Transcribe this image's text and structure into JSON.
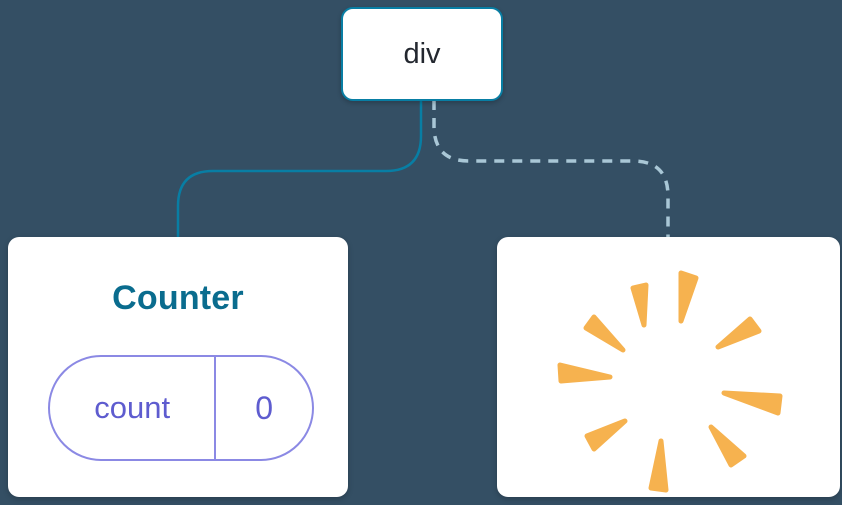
{
  "diagram": {
    "description": "Component tree diagram: a div root with two child slots",
    "root": {
      "label": "div"
    },
    "children": [
      {
        "type": "component",
        "title": "Counter",
        "state": {
          "key": "count",
          "value": "0"
        }
      },
      {
        "type": "new-instance",
        "icon": "sparkle-burst"
      }
    ],
    "connectors": [
      {
        "from": "div",
        "to": "Counter",
        "style": "solid"
      },
      {
        "from": "div",
        "to": "sparkle",
        "style": "dashed"
      }
    ]
  },
  "colors": {
    "background": "#344F64",
    "card_background": "#FFFFFF",
    "root_border_blue": "#087EA4",
    "root_label": "#23272F",
    "solid_connector": "#087EA4",
    "dashed_connector": "#A9C7D6",
    "counter_title": "#0A6C8E",
    "pill_border": "#8B89E4",
    "state_text_purple": "#5E5CCF",
    "sparkle_orange": "#F6B24F"
  }
}
